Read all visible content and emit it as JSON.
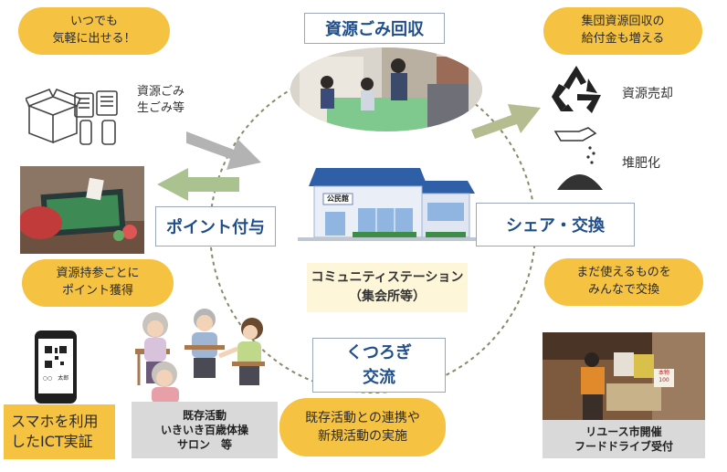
{
  "center": {
    "station_label": "コミュニティステーション\n（集会所等）",
    "hall_sign": "公民館"
  },
  "top": {
    "title": "資源ごみ回収"
  },
  "left_top": {
    "bubble": "いつでも\n気軽に出せる！",
    "caption": "資源ごみ\n生ごみ等"
  },
  "right_top": {
    "bubble": "集団資源回収の\n給付金も増える",
    "sale_label": "資源売却",
    "compost_label": "堆肥化"
  },
  "left_mid": {
    "title": "ポイント付与",
    "bubble": "資源持参ごとに\nポイント獲得"
  },
  "right_mid": {
    "title": "シェア・交換",
    "bubble": "まだ使えるものを\nみんなで交換"
  },
  "bottom": {
    "title": "くつろぎ\n交流",
    "bubble": "既存活動との連携や\n新規活動の実施"
  },
  "bottom_left": {
    "ict_label": "スマホを利用\nしたICT実証",
    "phone_name": "○○　太郎",
    "activities": "既存活動\nいきいき百歳体操\nサロン　等"
  },
  "bottom_right": {
    "caption": "リユース市開催\nフードドライブ受付",
    "sign_text": "本物\n100"
  },
  "colors": {
    "accent_yellow": "#f5c242",
    "navy": "#1f4e8c",
    "arrow_gray": "#b3b3b3",
    "arrow_olive": "#b5bd90",
    "arrow_green": "#a9c28f",
    "circle": "#8a8a6a"
  }
}
